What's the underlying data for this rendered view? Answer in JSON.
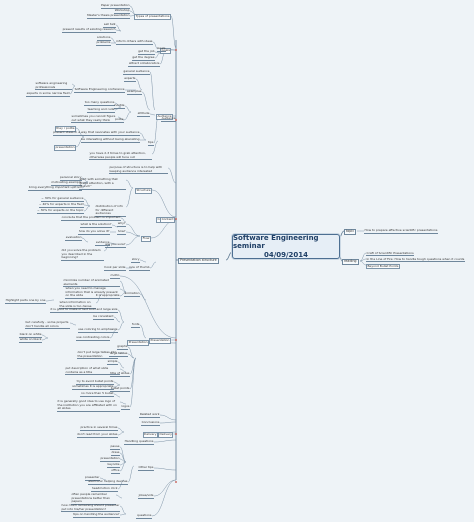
{
  "root": {
    "line1": "Software Engineering seminar",
    "line2": "04/09/2014"
  },
  "right_branches": [
    {
      "id": "topic",
      "label": "topic",
      "items": [
        "How to prepare effective scientific presentations"
      ]
    },
    {
      "id": "reading",
      "label": "reading",
      "items": [
        "Craft of Scientific Presentations",
        "In the Line of Fire: How to handle tough questions when it counts",
        "Beyond Bullet Points"
      ]
    }
  ],
  "left_branch": {
    "label": "Presentation structure"
  },
  "groups": [
    "Goals",
    "Audience",
    "Content",
    "Presentation",
    "Delivery"
  ],
  "nodes": [
    "Paper presentation",
    "Workshop",
    "Master's thesis presentation",
    "Types of presentations",
    "sell talk",
    "present results of existing research",
    "solutions",
    "problems",
    "inform others with ideas",
    "Goals",
    "get the job",
    "get the degree",
    "attract collaborators",
    "general audience",
    "experts",
    "software engineering professionals",
    "Software Engineering conference",
    "experts in some narrow field",
    "examples",
    "too many questions",
    "hostile",
    "teeming and rude",
    "attitude",
    "sometimes you cannot figure out what they really think",
    "polite",
    "Audience",
    "they r polite",
    "present ideas in a way that resonates with your audience",
    "be interesting without being alienating",
    "presentation",
    "tips",
    "you have 2-3 times to grab attention, otherwise people will tune out",
    "purpose of structure is to help with keeping audience interested",
    "personal story",
    "motivating example",
    "bring everything important upfront",
    "start with something that grabs attention, with a \"punch\"",
    "Structure",
    "~ 30% for general audience",
    "~ 40% for experts in the field",
    "~ 30% for experts on the topic",
    "distribution of info for different audiences",
    "conclude that the problem is important",
    "what is the solution?",
    "why?",
    "how do you solve it?",
    "how?",
    "evaluation",
    "evidence",
    "are you sure?",
    "did you solve the problem you described in the beginning?",
    "Flow",
    "Content",
    "story",
    "hook per slide",
    "rule of thumb",
    "motto",
    "minimize number of animated elements",
    "when you need to manage information that is already present on the slide",
    "animation",
    "it is appropriate",
    "Highlight parts one by one",
    "when information on the slide is too dense",
    "it is good to make of text bold and large size",
    "be consistent",
    "but carefully - some projects don't handle all colors",
    "fonts",
    "use coloring to emphasize",
    "black on white",
    "white on black",
    "use contrasting colors",
    "Presentation",
    "graphs",
    "don't put large tables into the presentation",
    "large tables",
    "simple",
    "put description of what slide contains as a title",
    "title of slides",
    "try to avoid bullet points",
    "sometimes it is appropriate",
    "bullet points",
    "no more than 5 bullet",
    "it is generally good idea to use logo of the institution you are affiliated with on all slides",
    "logos",
    "Related work",
    "Conclusions",
    "practice in several times",
    "don't read from your slides",
    "Delivery",
    "Handling questions",
    "pause",
    "dress",
    "presentation",
    "keynote",
    "office",
    "Other tips",
    "presenter",
    "electronic helping devices",
    "headmotion click",
    "often people remember presentations better than papers",
    "Jokes/vids",
    "how much remaining should presenter put into his/her presentation?",
    "tips on handling the audience?",
    "questions"
  ]
}
